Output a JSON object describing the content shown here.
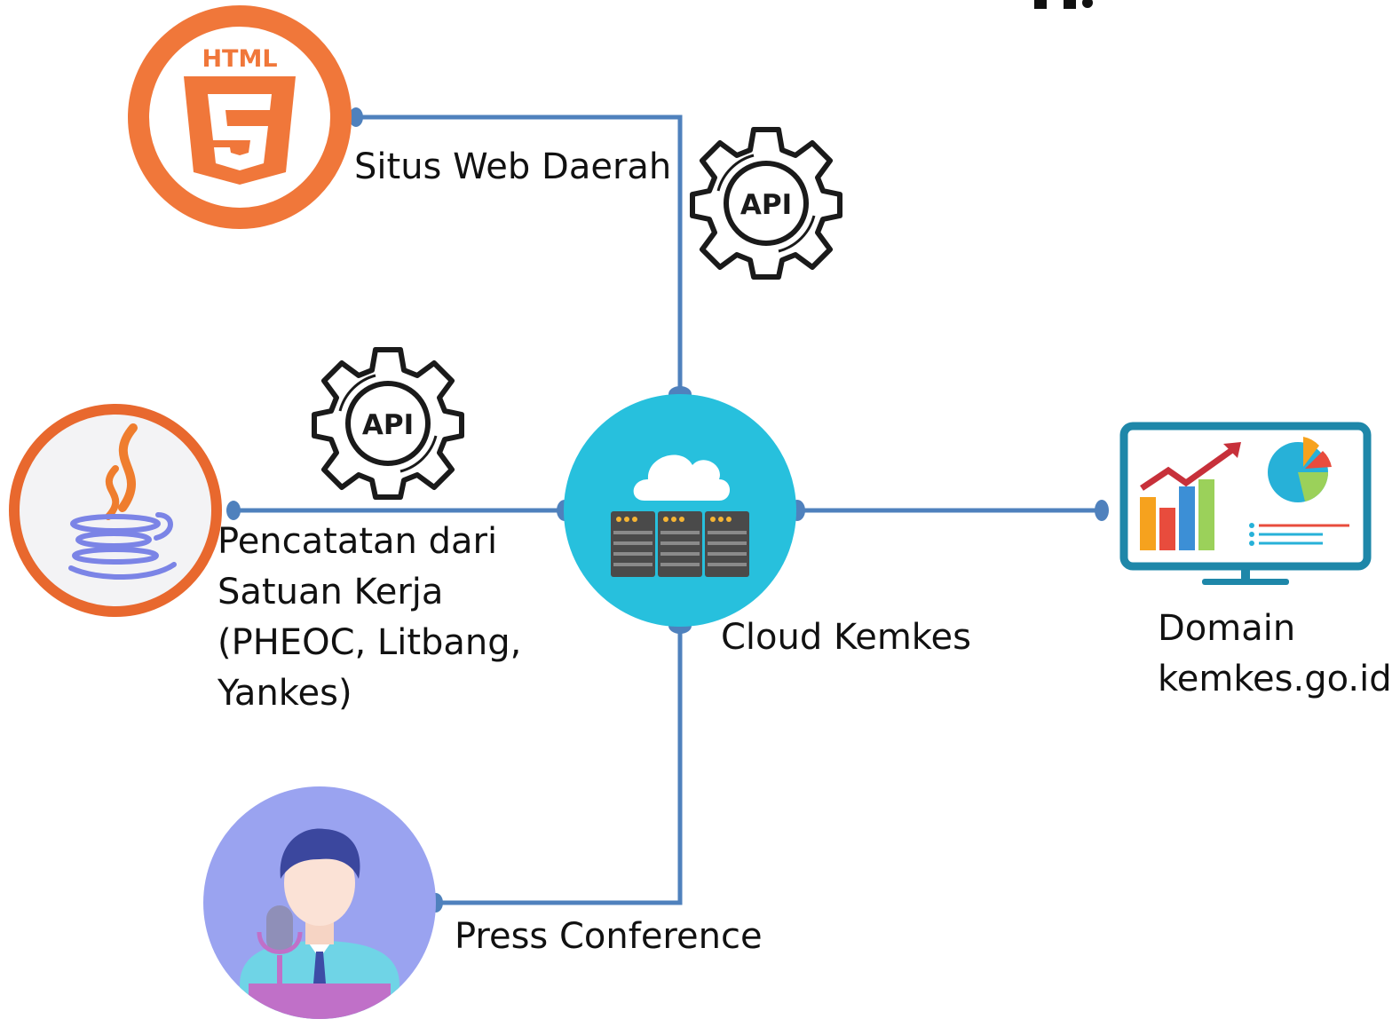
{
  "labels": {
    "situs_web": "Situs Web Daerah",
    "pencatatan": [
      "Pencatatan dari",
      "Satuan Kerja",
      "(PHEOC, Litbang,",
      "Yankes)"
    ],
    "cloud": "Cloud Kemkes",
    "domain": [
      "Domain",
      "kemkes.go.id"
    ],
    "press": "Press Conference"
  },
  "badges": {
    "html_logo_text": "HTML",
    "api_top": "API",
    "api_left": "API"
  },
  "icons": {
    "html5": "html5-icon",
    "java": "java-icon",
    "press": "press-conference-icon",
    "cloud_server": "cloud-server-icon",
    "dashboard": "analytics-dashboard-icon",
    "api_gear": "api-gear-icon"
  },
  "colors": {
    "connector": "#4f81bd",
    "cloud_circle": "#27c0dd",
    "html_orange": "#f0773a",
    "java_ring": "#e8682e",
    "press_circle": "#9aa3f0",
    "monitor_frame": "#1e87a9"
  }
}
